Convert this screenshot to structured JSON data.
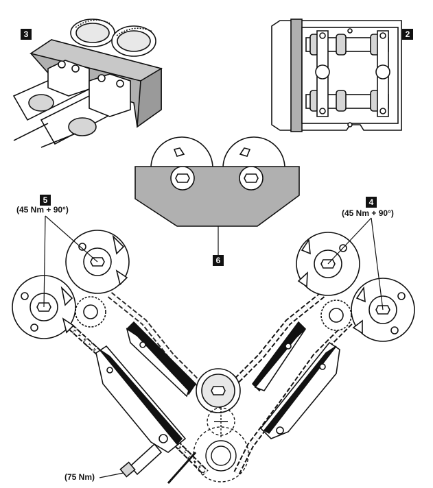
{
  "callouts": {
    "c2": {
      "number": "2"
    },
    "c3": {
      "number": "3"
    },
    "c4": {
      "number": "4",
      "torque": "(45 Nm + 90°)"
    },
    "c5": {
      "number": "5",
      "torque": "(45 Nm + 90°)"
    },
    "c6": {
      "number": "6"
    },
    "bolt": {
      "torque": "(75 Nm)"
    }
  },
  "colors": {
    "line": "#111111",
    "tool_fill": "#b0b0b0",
    "part_fill": "#ffffff",
    "shadow_fill": "#d6d6d6"
  },
  "icons": [
    "camshaft-locking-tool-icon",
    "cam-bearing-cap-icon",
    "sprocket-icon",
    "timing-chain-icon",
    "chain-guide-icon",
    "tensioner-icon",
    "bolt-icon"
  ]
}
